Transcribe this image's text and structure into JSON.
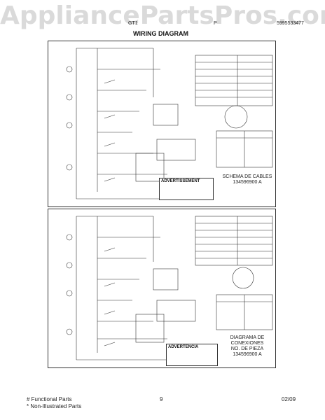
{
  "watermark": "AppliancePartsPros.com",
  "header": {
    "model_left": "GT1",
    "model_mid": "P",
    "model_right": "5995533477"
  },
  "title": "WIRING DIAGRAM",
  "panel1": {
    "caption_line1": "SCHEMA DE CABLES",
    "caption_line2": "134596900 A",
    "warning_title": "ADVERTISSEMENT"
  },
  "panel2": {
    "caption_line1": "DIAGRAMA DE",
    "caption_line2": "CONEXIONES",
    "caption_line3": "NO. DE PIEZA",
    "caption_line4": "134596900 A",
    "warning_title": "ADVERTENCIA"
  },
  "footer": {
    "line1": "# Functional Parts",
    "line2": "* Non-Illustrated Parts",
    "page": "9",
    "date": "02/09"
  }
}
